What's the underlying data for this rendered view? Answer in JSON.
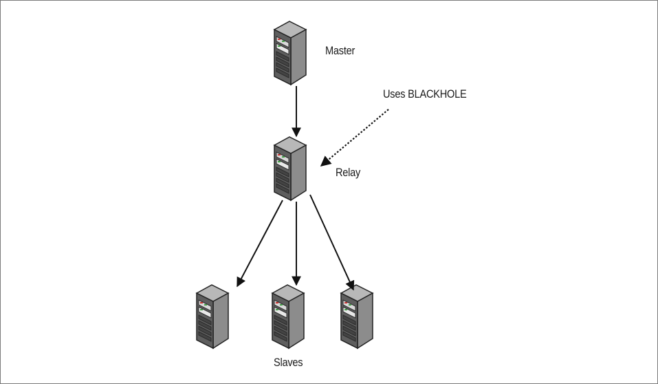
{
  "labels": {
    "master": "Master",
    "relay": "Relay",
    "slaves": "Slaves",
    "annotation": "Uses BLACKHOLE"
  },
  "servers": [
    {
      "name": "server-master-icon",
      "role": "master"
    },
    {
      "name": "server-relay-icon",
      "role": "relay"
    },
    {
      "name": "server-slave-1-icon",
      "role": "slave"
    },
    {
      "name": "server-slave-2-icon",
      "role": "slave"
    },
    {
      "name": "server-slave-3-icon",
      "role": "slave"
    }
  ],
  "colors": {
    "server_front": "#5b5b5b",
    "server_side": "#8a8a8a",
    "server_top": "#b5b5b5",
    "arrow": "#111111",
    "accent_red": "#c8332f",
    "accent_green": "#43a047"
  }
}
